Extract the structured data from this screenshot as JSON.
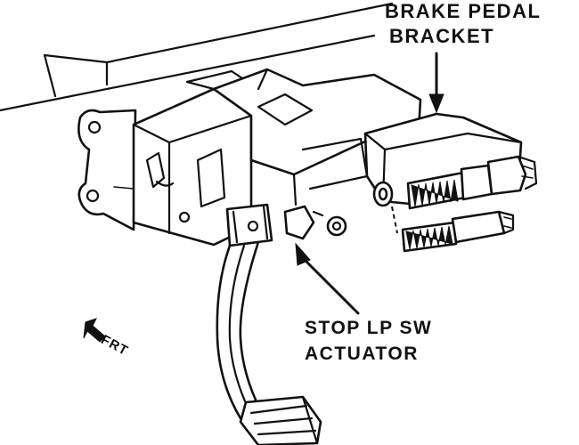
{
  "labels": {
    "brake_pedal_bracket_line1": "BRAKE PEDAL",
    "brake_pedal_bracket_line2": "BRACKET",
    "stop_lp_sw_line1": "STOP LP SW",
    "stop_lp_sw_line2": "ACTUATOR",
    "front_direction": "FRT"
  }
}
